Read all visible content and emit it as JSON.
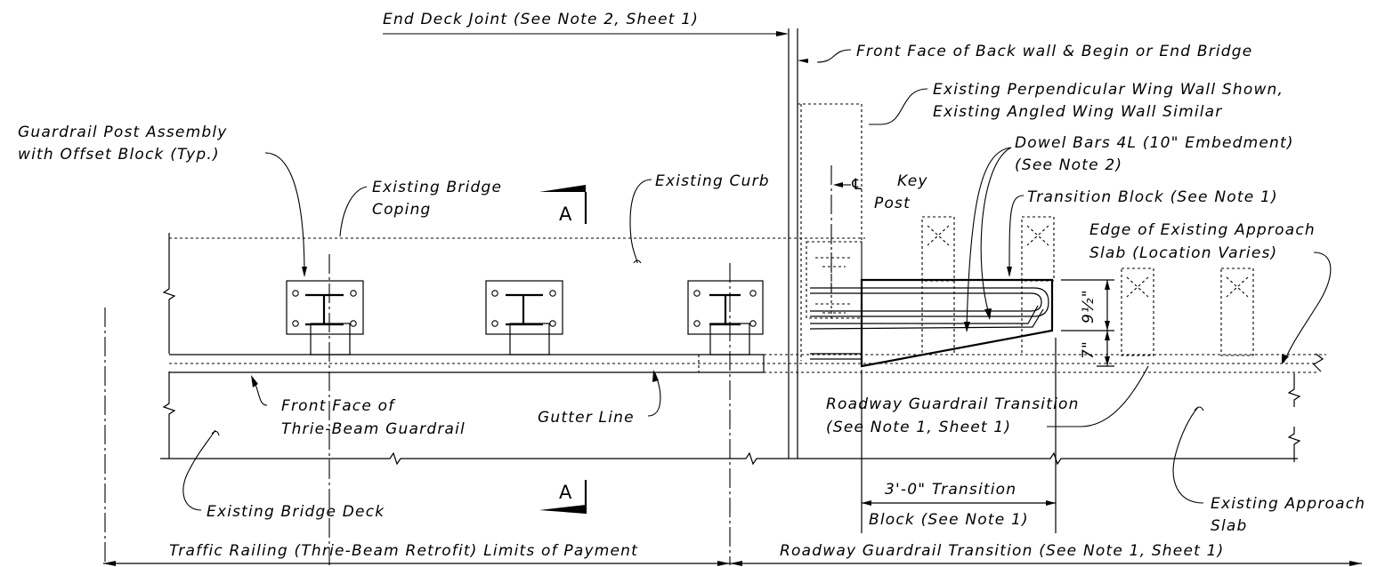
{
  "labels": {
    "end_deck_joint": "End Deck Joint (See Note 2, Sheet 1)",
    "front_face_backwall": "Front Face of Back wall & Begin or End Bridge",
    "wing_wall_1": "Existing Perpendicular Wing Wall Shown,",
    "wing_wall_2": "Existing Angled Wing Wall Similar",
    "guardrail_post_1": "Guardrail Post Assembly",
    "guardrail_post_2": "with Offset Block (Typ.)",
    "dowel_bars_1": "Dowel Bars 4L (10\" Embedment)",
    "dowel_bars_2": "(See Note 2)",
    "existing_bridge_coping_1": "Existing Bridge",
    "existing_bridge_coping_2": "Coping",
    "existing_curb": "Existing Curb",
    "key_post_1": "Key",
    "key_post_2": "Post",
    "transition_block": "Transition Block (See Note 1)",
    "edge_approach_1": "Edge of Existing Approach",
    "edge_approach_2": "Slab (Location Varies)",
    "dim_9_5": "9½\"",
    "dim_7": "7\"",
    "front_face_thrie_1": "Front Face of",
    "front_face_thrie_2": "Thrie-Beam Guardrail",
    "gutter_line": "Gutter Line",
    "roadway_transition_1": "Roadway Guardrail Transition",
    "roadway_transition_2": "(See Note 1, Sheet 1)",
    "transition_dim_1": "3'-0\" Transition",
    "transition_dim_2": "Block (See Note 1)",
    "existing_bridge_deck": "Existing Bridge Deck",
    "existing_approach_slab_1": "Existing Approach",
    "existing_approach_slab_2": "Slab",
    "section_top": "A",
    "section_bottom": "A",
    "payment_limits": "Traffic Railing (Thrie-Beam Retrofit) Limits of Payment",
    "roadway_transition_bottom": "Roadway Guardrail Transition (See Note 1, Sheet 1)"
  }
}
